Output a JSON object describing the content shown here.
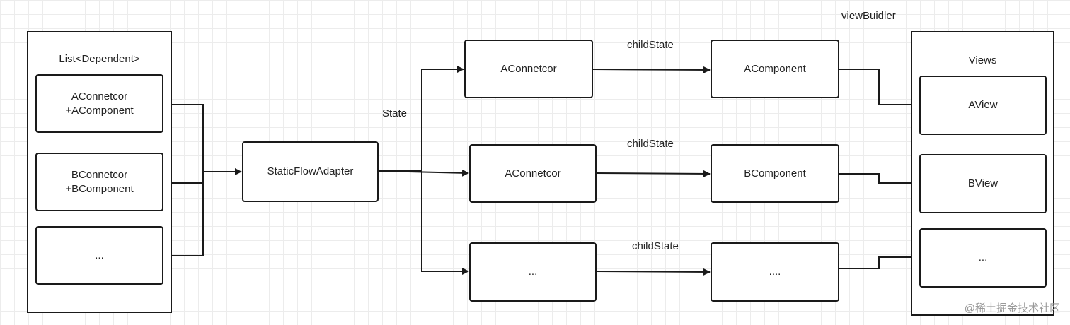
{
  "diagram": {
    "list_container": {
      "title": "List<Dependent>"
    },
    "list_items": [
      {
        "text": "AConnetcor\n+AComponent"
      },
      {
        "text": "BConnetcor\n+BComponent"
      },
      {
        "text": "..."
      }
    ],
    "adapter": {
      "text": "StaticFlowAdapter"
    },
    "state_label": "State",
    "connectors": [
      {
        "text": "AConnetcor"
      },
      {
        "text": "AConnetcor"
      },
      {
        "text": "..."
      }
    ],
    "child_state_labels": [
      "childState",
      "childState",
      "childState"
    ],
    "components": [
      {
        "text": "AComponent"
      },
      {
        "text": "BComponent"
      },
      {
        "text": "...."
      }
    ],
    "view_builder_label": "viewBuidler",
    "views_container": {
      "title": "Views"
    },
    "views": [
      {
        "text": "AView"
      },
      {
        "text": "BView"
      },
      {
        "text": "..."
      }
    ],
    "colors": {
      "stroke": "#1a1a1a",
      "grid": "#ececec",
      "watermark": "#9a9a9a"
    }
  },
  "watermark": "@稀土掘金技术社区"
}
